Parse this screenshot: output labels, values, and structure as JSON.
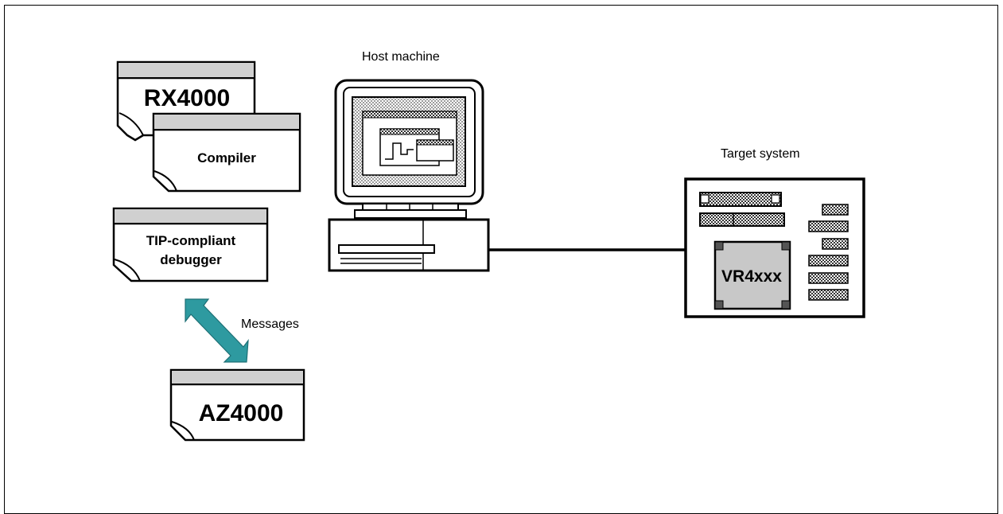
{
  "labels": {
    "host_machine": "Host machine",
    "target_system": "Target system",
    "messages": "Messages"
  },
  "documents": {
    "rx4000": "RX4000",
    "compiler": "Compiler",
    "debugger_line1": "TIP-compliant",
    "debugger_line2": "debugger",
    "az4000": "AZ4000"
  },
  "target": {
    "chip_label": "VR4xxx"
  },
  "colors": {
    "arrow": "#2e9aa0",
    "frame": "#000000",
    "chip_fill": "#c8c8c8",
    "dotted_fill": "#d8d8d8"
  }
}
